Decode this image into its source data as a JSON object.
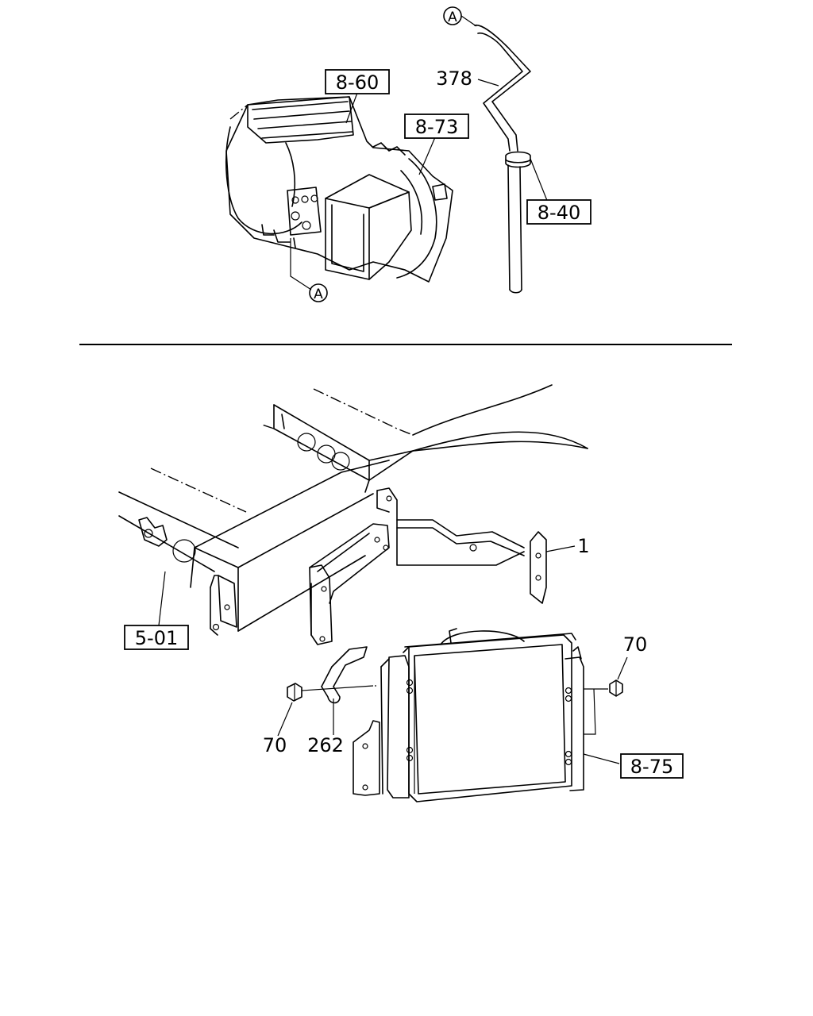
{
  "callouts": {
    "ref_8_60": "8-60",
    "ref_8_73": "8-73",
    "ref_8_40": "8-40",
    "ref_5_01": "5-01",
    "ref_8_75": "8-75",
    "part_378": "378",
    "part_1": "1",
    "part_70_right": "70",
    "part_70_left": "70",
    "part_262": "262",
    "marker_a_top": "A",
    "marker_a_bottom": "A"
  }
}
